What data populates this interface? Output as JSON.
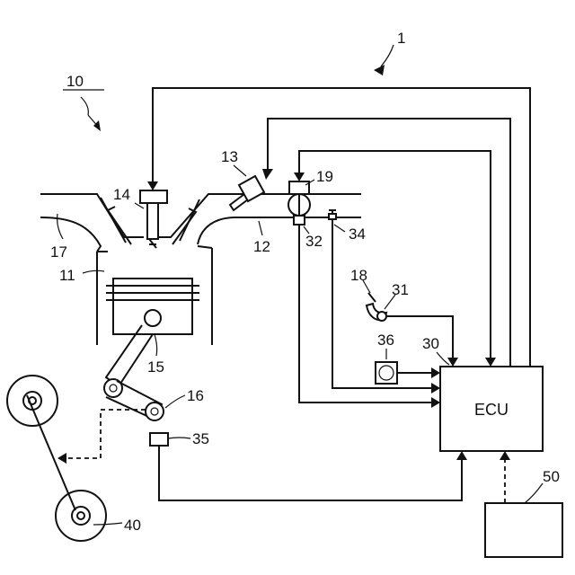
{
  "labels": {
    "system": "1",
    "engine": "10",
    "cylinder": "11",
    "intake_pipe": "12",
    "injector_13": "13",
    "injector_14": "14",
    "piston": "15",
    "crankshaft": "16",
    "exhaust_pipe": "17",
    "accelerator": "18",
    "throttle": "19",
    "ecu_ref": "30",
    "sensor_31": "31",
    "sensor_32": "32",
    "sensor_34": "34",
    "sensor_35": "35",
    "sensor_36": "36",
    "wheel": "40",
    "device_50": "50"
  },
  "ecu_text": "ECU"
}
